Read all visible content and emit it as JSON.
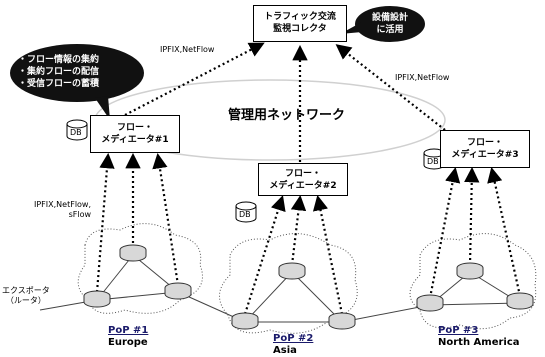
{
  "collector": {
    "line1": "トラフィック交流",
    "line2": "監視コレクタ"
  },
  "design_bubble": {
    "line1": "設備設計",
    "line2": "に活用"
  },
  "func_bubble": {
    "line1": "・フロー情報の集約",
    "line2": "・集約フローの配信",
    "line3": "・受信フローの蓄積"
  },
  "network_title": "管理用ネットワーク",
  "mediators": [
    {
      "line1": "フロー・",
      "line2": "メディエータ#1",
      "db": "DB"
    },
    {
      "line1": "フロー・",
      "line2": "メディエータ#2",
      "db": "DB"
    },
    {
      "line1": "フロー・",
      "line2": "メディエータ#3",
      "db": "DB"
    }
  ],
  "protocol_labels": {
    "left_top": "IPFIX,NetFlow",
    "right_top": "IPFIX,NetFlow",
    "export": {
      "line1": "IPFIX,NetFlow,",
      "line2": "sFlow"
    }
  },
  "exporter_label": {
    "line1": "エクスポータ",
    "line2": "（ルータ）"
  },
  "pops": [
    {
      "title": "PoP #1",
      "region": "Europe"
    },
    {
      "title": "PoP #2",
      "region": "Asia"
    },
    {
      "title": "PoP #3",
      "region": "North America"
    }
  ],
  "icons": [
    "database-icon",
    "router-icon",
    "cloud-network-icon",
    "speech-bubble-icon"
  ]
}
